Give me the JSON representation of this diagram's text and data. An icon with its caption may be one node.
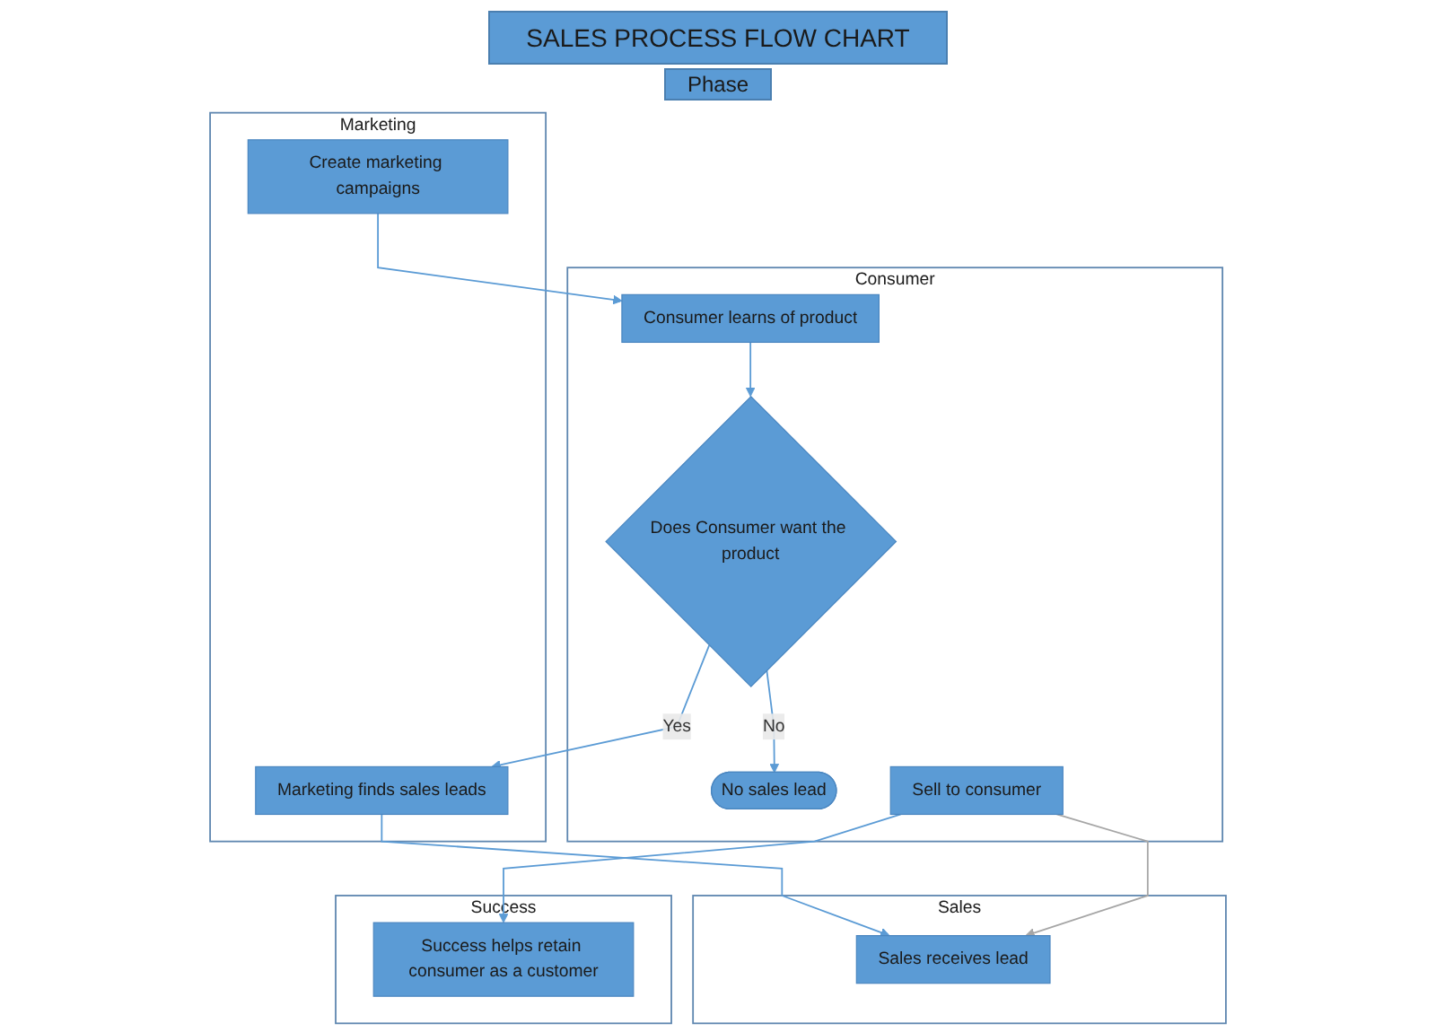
{
  "diagram": {
    "title": "SALES PROCESS FLOW CHART",
    "nodes": [
      {
        "text": [
          "Consumer"
        ]
      },
      {
        "text": [
          "Consumer learns of product"
        ],
        "in": 0
      },
      {
        "text": [
          "Does Consumer want the product"
        ],
        "in": 0
      },
      {
        "text": [
          "No sales lead"
        ],
        "in": 0
      },
      {
        "text": [
          "Sell to consumer"
        ],
        "in": 0
      },
      {
        "text": [
          "Marketing"
        ]
      },
      {
        "text": [
          "Create marketing campaigns"
        ],
        "in": 5
      },
      {
        "text": [
          "Marketing finds sales leads"
        ],
        "in": 5
      },
      {
        "text": [
          "Sales"
        ]
      },
      {
        "text": [
          "Sales receives lead"
        ],
        "in": 8
      },
      {
        "text": [
          "Success"
        ]
      },
      {
        "text": [
          "Success helps retain consumer as a customer"
        ],
        "in": 10
      }
    ],
    "edges": [
      {
        "from": 6,
        "to": 1,
        "arrow": "to"
      },
      {
        "from": 1,
        "to": 2,
        "arrow": "to"
      },
      {
        "from": 2,
        "to": 3,
        "arrow": "to",
        "label": "No"
      },
      {
        "from": 2,
        "to": 7,
        "arrow": "to",
        "label": "Yes"
      },
      {
        "from": 7,
        "to": 9,
        "arrow": "to"
      },
      {
        "from": 4,
        "to": 9,
        "arrow": "to",
        "color": "#a6a6a6"
      },
      {
        "from": 4,
        "to": 11,
        "arrow": "to"
      }
    ],
    "labels": [
      "Phase"
    ]
  }
}
